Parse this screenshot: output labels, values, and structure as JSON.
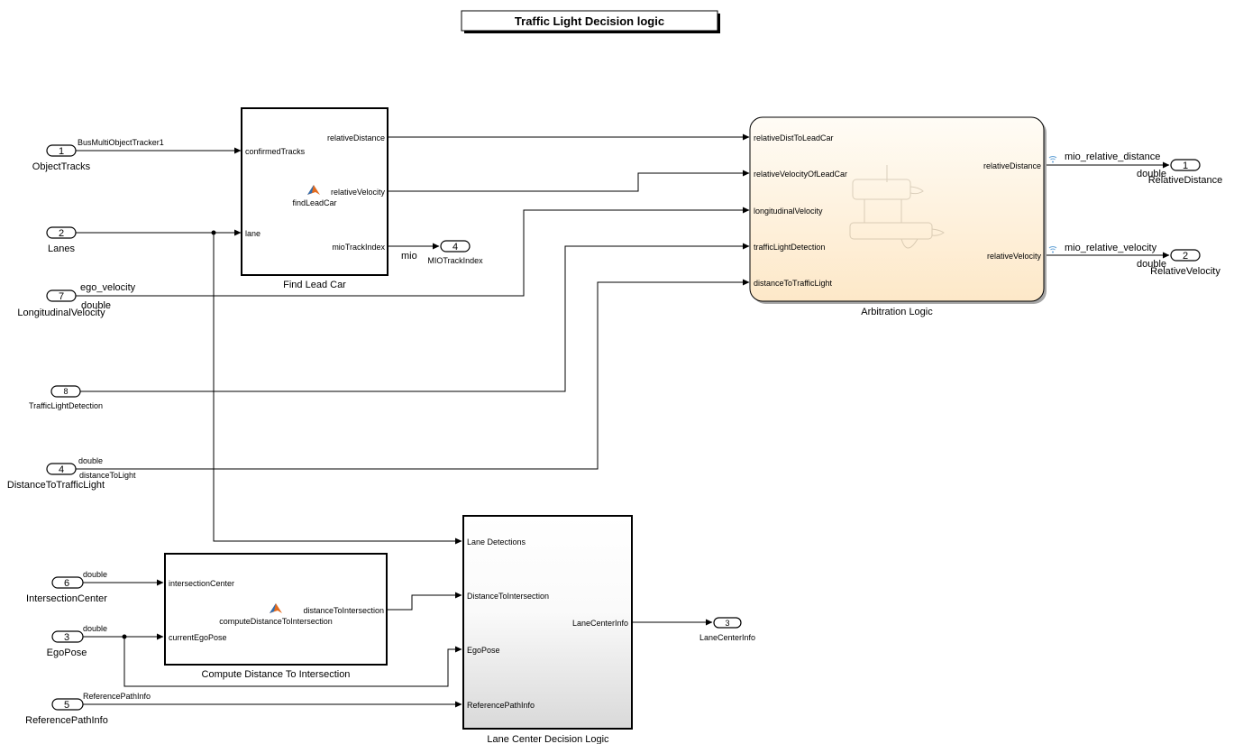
{
  "title": "Traffic Light Decision logic",
  "inports": [
    {
      "num": "1",
      "name": "ObjectTracks",
      "signal": "BusMultiObjectTracker1"
    },
    {
      "num": "2",
      "name": "Lanes",
      "signal": ""
    },
    {
      "num": "7",
      "name": "LongitudinalVelocity",
      "signal": "ego_velocity",
      "dtype": "double"
    },
    {
      "num": "8",
      "name": "TrafficLightDetection",
      "signal": ""
    },
    {
      "num": "4",
      "name": "DistanceToTrafficLight",
      "signal": "distanceToLight",
      "dtype": "double"
    },
    {
      "num": "6",
      "name": "IntersectionCenter",
      "dtype": "double"
    },
    {
      "num": "3",
      "name": "EgoPose",
      "dtype": "double"
    },
    {
      "num": "5",
      "name": "ReferencePathInfo",
      "signal": "ReferencePathInfo"
    }
  ],
  "outports": [
    {
      "num": "1",
      "name": "RelativeDistance",
      "signal": "mio_relative_distance",
      "dtype": "double"
    },
    {
      "num": "2",
      "name": "RelativeVelocity",
      "signal": "mio_relative_velocity",
      "dtype": "double"
    },
    {
      "num": "4",
      "name": "MIOTrackIndex",
      "signal": "mio"
    },
    {
      "num": "3",
      "name": "LaneCenterInfo",
      "signal": ""
    }
  ],
  "blocks": {
    "find_lead_car": {
      "name": "Find Lead Car",
      "function": "findLeadCar",
      "inputs": [
        "confirmedTracks",
        "lane"
      ],
      "outputs": [
        "relativeDistance",
        "relativeVelocity",
        "mioTrackIndex"
      ]
    },
    "arbitration": {
      "name": "Arbitration Logic",
      "inputs": [
        "relativeDistToLeadCar",
        "relativeVelocityOfLeadCar",
        "longitudinalVelocity",
        "trafficLightDetection",
        "distanceToTrafficLight"
      ],
      "outputs": [
        "relativeDistance",
        "relativeVelocity"
      ]
    },
    "compute_distance": {
      "name": "Compute Distance To Intersection",
      "function": "computeDistanceToIntersection",
      "inputs": [
        "intersectionCenter",
        "currentEgoPose"
      ],
      "outputs": [
        "distanceToIntersection"
      ]
    },
    "lane_center": {
      "name": "Lane Center Decision Logic",
      "inputs": [
        "Lane Detections",
        "DistanceToIntersection",
        "EgoPose",
        "ReferencePathInfo"
      ],
      "outputs": [
        "LaneCenterInfo"
      ]
    }
  },
  "colors": {
    "chart_fill_top": "#fffaf0",
    "chart_fill_bottom": "#fde9c9",
    "subsystem_gradient_bottom": "#dcdcdc",
    "matlab_icon_orange": "#e36b1e",
    "matlab_icon_blue": "#2f6fb3",
    "wifi_icon": "#6aa6d8"
  }
}
